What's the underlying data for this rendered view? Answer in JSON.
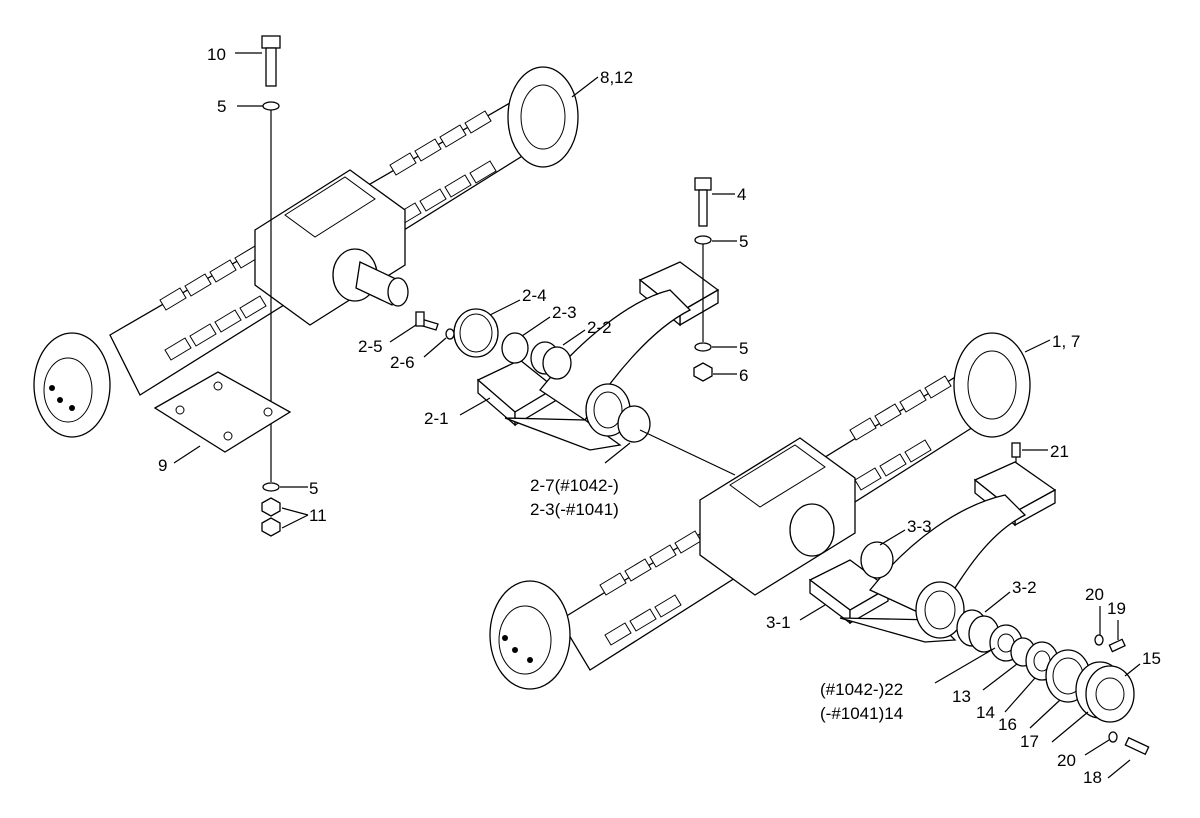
{
  "labels": {
    "l10": "10",
    "l5": "5",
    "l8_12": "8,12",
    "l9": "9",
    "l11": "11",
    "l4": "4",
    "l6": "6",
    "l1_7": "1, 7",
    "l21": "21",
    "l2_4": "2-4",
    "l2_3": "2-3",
    "l2_2": "2-2",
    "l2_5": "2-5",
    "l2_6": "2-6",
    "l2_1": "2-1",
    "l2_7": "2-7(#1042-)",
    "l2_3b": "2-3(-#1041)",
    "l3_3": "3-3",
    "l3_2": "3-2",
    "l3_1": "3-1",
    "l22": "(#1042-)22",
    "l14b": "(-#1041)14",
    "l13": "13",
    "l14": "14",
    "l16": "16",
    "l17": "17",
    "l15": "15",
    "l20": "20",
    "l19": "19",
    "l18": "18"
  }
}
